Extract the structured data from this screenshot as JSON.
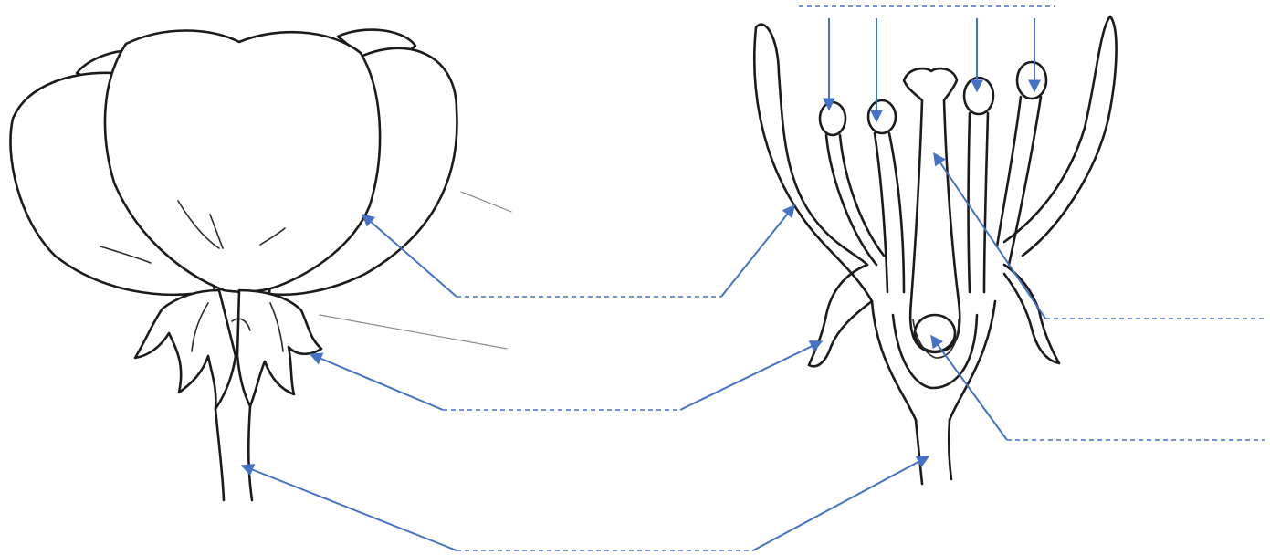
{
  "diagram": {
    "subject": "flower-external-view-and-longitudinal-section",
    "colors": {
      "ink": "#1b1b1b",
      "pointer": "#4472c4",
      "background": "#ffffff"
    },
    "label_blanks": [
      {
        "id": "blank-petal",
        "text": ""
      },
      {
        "id": "blank-sepal",
        "text": ""
      },
      {
        "id": "blank-stalk",
        "text": ""
      },
      {
        "id": "blank-stamens",
        "text": ""
      },
      {
        "id": "blank-pistil",
        "text": ""
      },
      {
        "id": "blank-ovary",
        "text": ""
      }
    ]
  }
}
